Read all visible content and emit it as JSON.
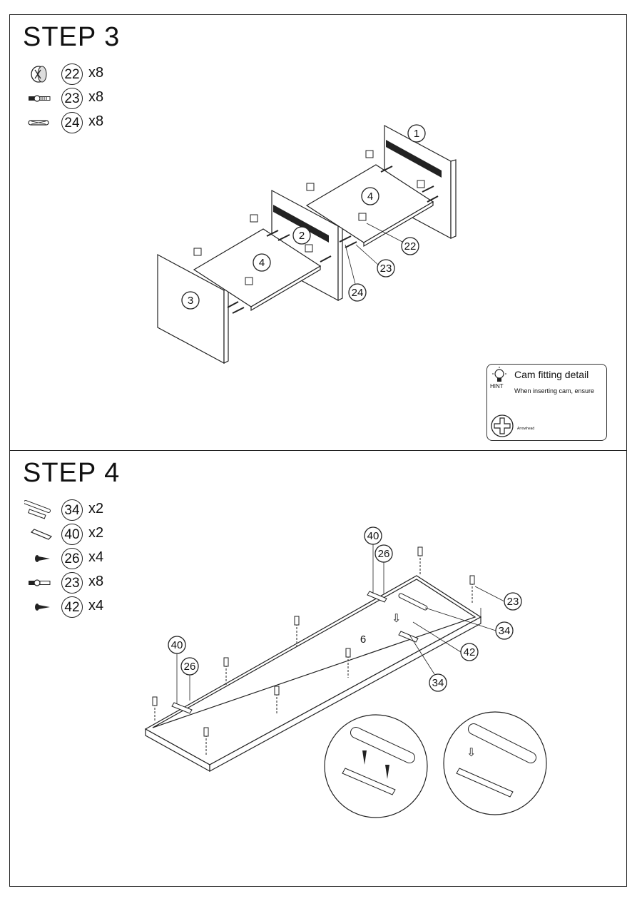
{
  "step3": {
    "title": "STEP 3",
    "parts": [
      {
        "number": "22",
        "qty": "x8",
        "icon": "cam-lock-icon"
      },
      {
        "number": "23",
        "qty": "x8",
        "icon": "cam-bolt-icon"
      },
      {
        "number": "24",
        "qty": "x8",
        "icon": "wood-dowel-icon"
      }
    ],
    "callouts": [
      "1",
      "2",
      "3",
      "4",
      "4",
      "22",
      "23",
      "24"
    ],
    "hint": {
      "label": "HINT",
      "title": "Cam fitting detail",
      "text": "When inserting cam, ensure",
      "cam_label": "Arrowhead"
    }
  },
  "step4": {
    "title": "STEP 4",
    "parts": [
      {
        "number": "34",
        "qty": "x2",
        "icon": "drawer-damper-icon"
      },
      {
        "number": "40",
        "qty": "x2",
        "icon": "bracket-plate-icon"
      },
      {
        "number": "26",
        "qty": "x4",
        "icon": "screw-icon"
      },
      {
        "number": "23",
        "qty": "x8",
        "icon": "cam-bolt-icon"
      },
      {
        "number": "42",
        "qty": "x4",
        "icon": "screw-icon"
      }
    ],
    "callouts": [
      "40",
      "26",
      "23",
      "34",
      "42",
      "34",
      "6",
      "40",
      "26"
    ]
  }
}
